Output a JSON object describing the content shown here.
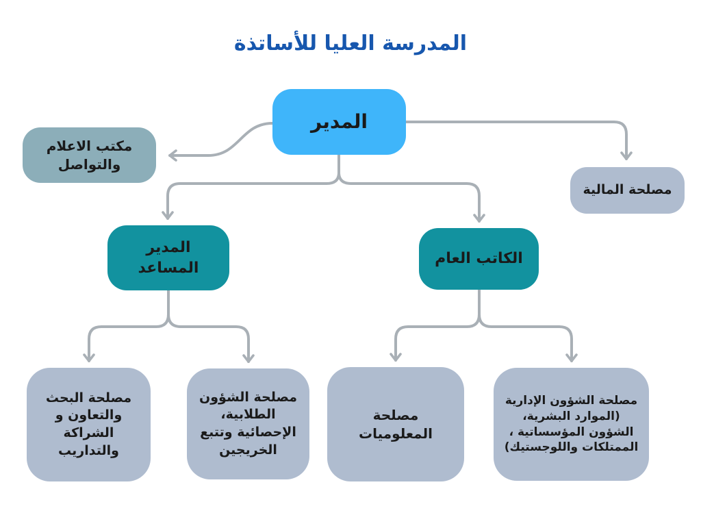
{
  "title": "المدرسة العليا للأساتذة",
  "language": "ar",
  "direction": "rtl",
  "colors": {
    "background": "#FFFFFF",
    "title_text": "#1757AE",
    "director_box": "#3FB5FA",
    "media_office_box": "#8CAEB9",
    "teal_box": "#12929F",
    "gray_box": "#AFBCCF",
    "connector": "#A9B0B6",
    "label_text": "#1A1A1A"
  },
  "nodes": {
    "director": {
      "label": "المدير"
    },
    "media_office": {
      "label": "مكتب  الاعلام والتواصل"
    },
    "finance": {
      "label": "مصلحة المالية"
    },
    "assistant_director": {
      "label": "المدير المساعد"
    },
    "general_secretary": {
      "label": "الكاتب العام"
    },
    "research": {
      "label": "مصلحة البحث والتعاون و الشراكة والتداريب"
    },
    "student_affairs": {
      "label": "مصلحة الشؤون الطلابية، الإحصائية وتتبع الخريجين"
    },
    "informatics": {
      "label": "مصلحة المعلوميات"
    },
    "admin_affairs": {
      "label": "مصلحة الشؤون الإدارية (الموارد البشرية، الشؤون المؤسساتية ، الممتلكات واللوجستيك)"
    }
  },
  "edges": [
    {
      "from": "director",
      "to": "media_office"
    },
    {
      "from": "director",
      "to": "finance"
    },
    {
      "from": "director",
      "to": "assistant_director"
    },
    {
      "from": "director",
      "to": "general_secretary"
    },
    {
      "from": "assistant_director",
      "to": "research"
    },
    {
      "from": "assistant_director",
      "to": "student_affairs"
    },
    {
      "from": "general_secretary",
      "to": "informatics"
    },
    {
      "from": "general_secretary",
      "to": "admin_affairs"
    }
  ]
}
